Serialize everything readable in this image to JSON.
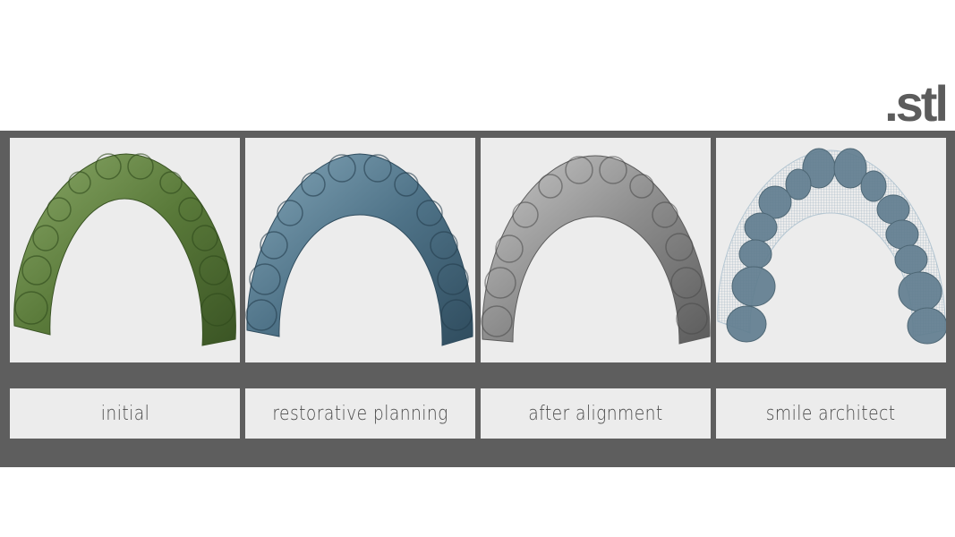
{
  "header": {
    "file_extension": ".stl"
  },
  "panels": [
    {
      "label": "initial",
      "color": "#5a7a3a",
      "highlight": "#8aa868",
      "shade": "#3a5424",
      "style": "solid"
    },
    {
      "label": "restorative planning",
      "color": "#4f7388",
      "highlight": "#84a6b8",
      "shade": "#2f4c5e",
      "style": "solid"
    },
    {
      "label": "after alignment",
      "color": "#8c8c8c",
      "highlight": "#c8c8c8",
      "shade": "#5c5c5c",
      "style": "solid"
    },
    {
      "label": "smile architect",
      "color": "#6a8698",
      "highlight": "#c0d2dc",
      "shade": "#4a6272",
      "style": "wireframe"
    }
  ],
  "colors": {
    "band": "#5e5e5e",
    "panel_bg": "#ececec",
    "text": "#4a4a4a",
    "extension": "#5c5c5c"
  }
}
